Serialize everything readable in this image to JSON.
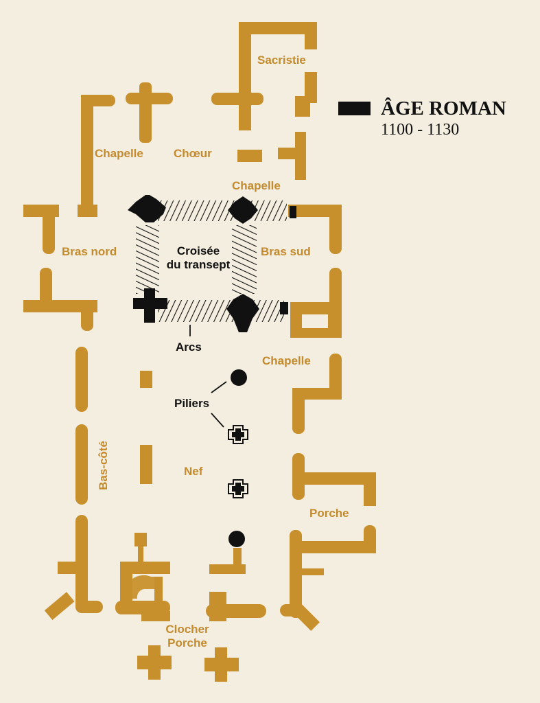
{
  "legend": {
    "title": "ÂGE ROMAN",
    "years": "1100 - 1130",
    "swatch_color": "#111111"
  },
  "colors": {
    "wall": "#c8902c",
    "background": "#f3eedf",
    "romanesque": "#111111"
  },
  "labels": {
    "sacristie": "Sacristie",
    "chapelle_nord": "Chapelle",
    "choeur": "Chœur",
    "chapelle_est": "Chapelle",
    "bras_nord": "Bras nord",
    "croisee_1": "Croisée",
    "croisee_2": "du transept",
    "bras_sud": "Bras sud",
    "arcs": "Arcs",
    "chapelle_sud": "Chapelle",
    "piliers": "Piliers",
    "bas_cote": "Bas-côté",
    "nef": "Nef",
    "porche": "Porche",
    "clocher_1": "Clocher",
    "clocher_2": "Porche"
  }
}
